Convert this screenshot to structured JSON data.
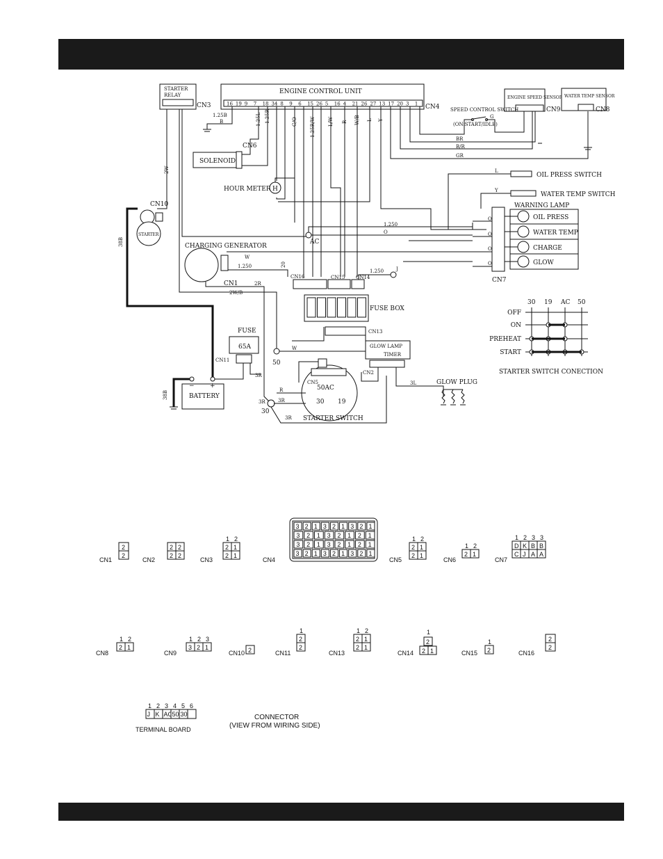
{
  "labels": {
    "starter_relay_1": "STARTER",
    "starter_relay_2": "RELAY",
    "cn3": "CN3",
    "ecu": "ENGINE CONTROL UNIT",
    "cn4": "CN4",
    "engine_speed_sensor": "ENGINE SPEED SENSOR",
    "cn9": "CN9",
    "water_temp_sensor": "WATER TEMP SENSOR",
    "cn8": "CN8",
    "speed_control_switch": "SPEED CONTROL SWITCH",
    "speed_control_mode": "(ON:START/IDLE)",
    "speed_control_g": "G",
    "solenoid": "SOLENOID",
    "cn6": "CN6",
    "hour_meter": "HOUR METER",
    "hour_meter_symbol": "H",
    "oil_press_switch": "OIL PRESS SWITCH",
    "water_temp_switch": "WATER TEMP SWITCH",
    "warning_lamp": "WARNING LAMP",
    "lamp_oil": "OIL PRESS",
    "lamp_water": "WATER TEMP",
    "lamp_charge": "CHARGE",
    "lamp_glow": "GLOW",
    "cn7": "CN7",
    "cn10": "CN10",
    "starter": "STARTER",
    "charging_generator": "CHARGING GENERATOR",
    "cn1": "CN1",
    "cn16": "CN16",
    "cn15": "CN15",
    "cn14": "CN14",
    "fuse_box": "FUSE BOX",
    "cn13": "CN13",
    "fuse": "FUSE",
    "fuse_rating": "65A",
    "cn11": "CN11",
    "battery": "BATTERY",
    "glow_lamp_timer_1": "GLOW LAMP",
    "glow_lamp_timer_2": "TIMER",
    "cn2": "CN2",
    "cn5": "CN5",
    "glow_plug": "GLOW PLUG",
    "starter_switch": "STARTER SWITCH",
    "switch_50ac": "50AC",
    "switch_30": "30",
    "switch_19": "19",
    "node_ac": "AC",
    "node_50": "50",
    "node_30": "30",
    "node_j": "J",
    "wire_125b": "1.25B",
    "wire_b": "B",
    "wire_125l": "1.25L",
    "wire_125r": "1.25R",
    "wire_go": "G/O",
    "wire_125rw": "1.25R/W",
    "wire_lw": "L/W",
    "wire_r": "R",
    "wire_wb": "W/B",
    "wire_l": "L",
    "wire_y": "Y",
    "wire_br": "BR",
    "wire_bslr": "B/R",
    "wire_gr": "GR",
    "wire_2w": "2W",
    "wire_38b": "38B",
    "wire_0": "O",
    "wire_w": "W",
    "wire_1250": "1.250",
    "wire_20": "20",
    "wire_2r": "2R",
    "wire_2wb": "2W/B",
    "wire_3r": "3R",
    "wire_3l": "3L",
    "switch_conn_title": "STARTER SWITCH CONECTION",
    "switch_cols": [
      "30",
      "19",
      "AC",
      "50"
    ],
    "switch_rows": [
      "OFF",
      "ON",
      "PREHEAT",
      "START"
    ],
    "connector_caption_1": "CONNECTOR",
    "connector_caption_2": "(VIEW FROM WIRING SIDE)",
    "terminal_board": "TERMINAL BOARD",
    "terminal_numbers": [
      "1",
      "2",
      "3",
      "4",
      "5",
      "6"
    ],
    "terminal_cells": [
      "J",
      "K",
      "AC",
      "50",
      "30"
    ]
  },
  "ecu_pins": [
    "16",
    "19",
    "9",
    "7",
    "18",
    "34",
    "8",
    "9",
    "6",
    "15",
    "26",
    "5",
    "16",
    "4",
    "21",
    "26",
    "27",
    "13",
    "17",
    "20",
    "3",
    "1"
  ],
  "connectors": {
    "cn1": {
      "name": "CN1",
      "cells": [
        "2",
        "2"
      ]
    },
    "cn2": {
      "name": "CN2",
      "cells": [
        "2",
        "2",
        "2",
        "2"
      ]
    },
    "cn3": {
      "name": "CN3",
      "nums": [
        "1",
        "2"
      ],
      "cells": [
        "2",
        "1",
        "2",
        "1"
      ]
    },
    "cn4": {
      "name": "CN4",
      "rows": [
        [
          "3",
          "2",
          "1",
          "3",
          "2",
          "1",
          "3",
          "2",
          "1"
        ],
        [
          "3",
          "2",
          "1",
          "3",
          "2",
          "1",
          "2",
          "1"
        ],
        [
          "3",
          "2",
          "1",
          "3",
          "2",
          "1",
          "2",
          "1"
        ],
        [
          "3",
          "2",
          "1",
          "3",
          "2",
          "1",
          "3",
          "2",
          "1"
        ]
      ]
    },
    "cn5": {
      "name": "CN5",
      "nums": [
        "1",
        "2"
      ],
      "cells": [
        "2",
        "1",
        "2",
        "1"
      ]
    },
    "cn6": {
      "name": "CN6",
      "nums": [
        "1",
        "2"
      ],
      "cells": [
        "2",
        "1"
      ]
    },
    "cn7": {
      "name": "CN7",
      "nums": [
        "1",
        "2",
        "3",
        "3"
      ],
      "cells": [
        "D",
        "K",
        "B",
        "B",
        "C",
        "J",
        "A",
        "A"
      ]
    },
    "cn8": {
      "name": "CN8",
      "nums": [
        "1",
        "2"
      ],
      "cells": [
        "2",
        "1"
      ]
    },
    "cn9": {
      "name": "CN9",
      "nums": [
        "1",
        "2",
        "3"
      ],
      "cells": [
        "3",
        "2",
        "1"
      ]
    },
    "cn10": {
      "name": "CN10",
      "cells": [
        "2"
      ]
    },
    "cn11": {
      "name": "CN11",
      "nums": [
        "1"
      ],
      "cells": [
        "2",
        "2"
      ]
    },
    "cn13": {
      "name": "CN13",
      "nums": [
        "1",
        "2"
      ],
      "cells": [
        "2",
        "1",
        "2",
        "1"
      ]
    },
    "cn14": {
      "name": "CN14",
      "nums": [
        "1"
      ],
      "cells": [
        "2",
        "2",
        "1"
      ]
    },
    "cn15": {
      "name": "CN15",
      "nums": [
        "1"
      ],
      "cells": [
        "2"
      ]
    },
    "cn16": {
      "name": "CN16",
      "cells": [
        "2",
        "2"
      ]
    }
  }
}
